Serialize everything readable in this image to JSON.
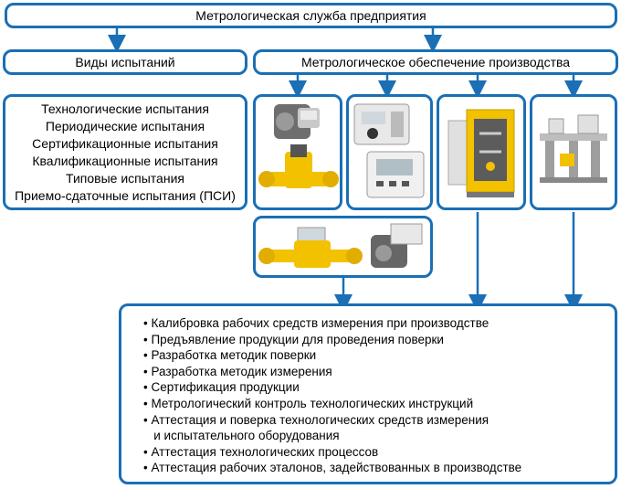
{
  "top": {
    "title": "Метрологическая служба предприятия"
  },
  "left_header": {
    "title": "Виды испытаний"
  },
  "right_header": {
    "title": "Метрологическое обеспечение производства"
  },
  "test_types": [
    "Технологические испытания",
    "Периодические испытания",
    "Сертификационные испытания",
    "Квалификационные испытания",
    "Типовые испытания",
    "Приемо-сдаточные испытания (ПСИ)"
  ],
  "tasks": [
    "• Калибровка рабочих средств измерения при производстве",
    "• Предъявление продукции для проведения поверки",
    "• Разработка методик поверки",
    "• Разработка методик измерения",
    "• Сертификация продукции",
    "• Метрологический контроль технологических инструкций",
    "• Аттестация и поверка технологических средств измерения",
    "   и испытательного оборудования",
    "• Аттестация технологических процессов",
    "• Аттестация рабочих эталонов, задействованных в производстве"
  ],
  "colors": {
    "border": "#1a6fb5",
    "yellow": "#f2c200",
    "gray": "#8a8a8a"
  },
  "images": [
    "gas-meter-pair-image",
    "electronic-correctors-image",
    "gas-cabinet-image",
    "test-stand-image",
    "metering-unit-image"
  ]
}
